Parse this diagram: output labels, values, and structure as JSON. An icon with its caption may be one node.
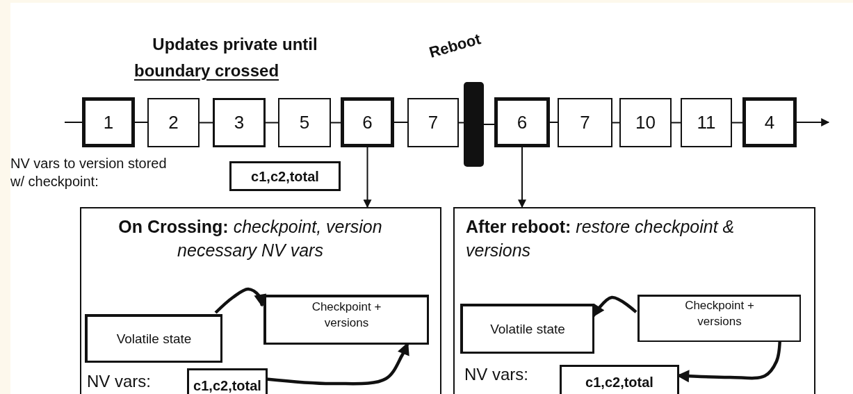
{
  "diagram": {
    "nodes": [
      {
        "text": [
          "1"
        ]
      },
      {
        "text": [
          "2"
        ]
      },
      {
        "text": [
          "3"
        ]
      },
      {
        "text": [
          "5"
        ]
      },
      {
        "text": [
          "6"
        ]
      },
      {
        "text": [
          "7"
        ]
      },
      {
        "text": [],
        "shape": "bar"
      },
      {
        "text": [
          "6"
        ]
      },
      {
        "text": [
          "7"
        ]
      },
      {
        "text": [
          "10"
        ]
      },
      {
        "text": [
          "11"
        ]
      },
      {
        "text": [
          "4"
        ]
      },
      {
        "text": [
          "c1,c2,total"
        ]
      },
      {
        "text": [
          "**On Crossing:** *checkpoint, version necessary NV vars*"
        ]
      },
      {
        "text": [
          "Volatile state"
        ],
        "in": 13
      },
      {
        "text": [
          "Checkpoint + versions"
        ],
        "in": 13
      },
      {
        "text": [
          "c1,c2,total"
        ],
        "in": 13
      },
      {
        "text": [
          "**After reboot:** *restore checkpoint & versions*"
        ]
      },
      {
        "text": [
          "Volatile state"
        ],
        "in": 17
      },
      {
        "text": [
          "Checkpoint + versions"
        ],
        "in": 17
      },
      {
        "text": [
          "c1,c2,total"
        ],
        "in": 17
      }
    ],
    "edges": [
      {
        "from": null,
        "to": 0,
        "arrow": "none"
      },
      {
        "from": 0,
        "to": 1,
        "arrow": "none"
      },
      {
        "from": 1,
        "to": 2,
        "arrow": "none"
      },
      {
        "from": 2,
        "to": 3,
        "arrow": "none"
      },
      {
        "from": 3,
        "to": 4,
        "arrow": "none"
      },
      {
        "from": 4,
        "to": 5,
        "arrow": "none"
      },
      {
        "from": 5,
        "to": 6,
        "arrow": "none"
      },
      {
        "from": 6,
        "to": 7,
        "arrow": "none"
      },
      {
        "from": 7,
        "to": 8,
        "arrow": "none"
      },
      {
        "from": 8,
        "to": 9,
        "arrow": "none"
      },
      {
        "from": 9,
        "to": 10,
        "arrow": "none"
      },
      {
        "from": 10,
        "to": 11,
        "arrow": "none"
      },
      {
        "from": 11,
        "to": null,
        "arrow": "to"
      },
      {
        "from": 4,
        "to": 13,
        "arrow": "to"
      },
      {
        "from": 7,
        "to": 17,
        "arrow": "to"
      },
      {
        "from": 14,
        "to": 15,
        "arrow": "to",
        "style": "thick"
      },
      {
        "from": 16,
        "to": 15,
        "arrow": "to",
        "style": "thick"
      },
      {
        "from": 19,
        "to": 18,
        "arrow": "to",
        "style": "thick"
      },
      {
        "from": 19,
        "to": 20,
        "arrow": "to",
        "style": "thick"
      }
    ],
    "labels": [
      "Updates private until",
      "boundary crossed",
      "Reboot",
      "NV vars to version stored w/ checkpoint:",
      "NV vars:",
      "NV vars:"
    ]
  }
}
